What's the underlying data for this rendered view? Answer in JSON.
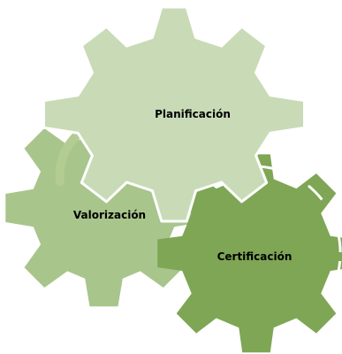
{
  "gears": [
    {
      "id": "planificacion",
      "label": "Planificación",
      "color": "#c9dbb6"
    },
    {
      "id": "valorizacion",
      "label": "Valorización",
      "color": "#a8c58c"
    },
    {
      "id": "certificacion",
      "label": "Certificación",
      "color": "#7ea655"
    }
  ],
  "colors": {
    "cycle_arrow": "#b3cc92",
    "cycle_arrow_dashed": "#ffffff"
  }
}
